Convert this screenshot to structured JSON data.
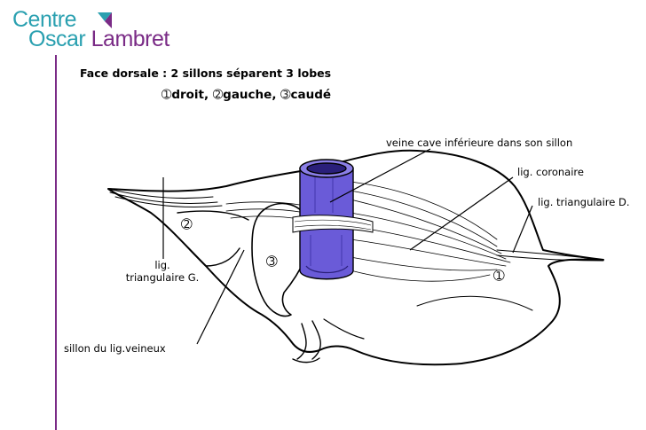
{
  "logo": {
    "line1": "Centre",
    "line2a": "Oscar",
    "line2b": "Lambret",
    "brand_teal": "#2aa0b0",
    "brand_purple": "#7a2b86"
  },
  "heading": {
    "title": "Face dorsale : 2 sillons séparent 3 lobes",
    "lobes_line": {
      "n1": "➀",
      "t1": "droit",
      "sep1": ", ",
      "n2": "➁",
      "t2": "gauche",
      "sep2": ", ",
      "n3": "➂",
      "t3": "caudé"
    }
  },
  "labels": {
    "vci": "veine cave inférieure dans son sillon",
    "coronary": "lig. coronaire",
    "tri_d": "lig. triangulaire D.",
    "tri_g_line1": "lig.",
    "tri_g_line2": "triangulaire G.",
    "venous": "sillon du lig.veineux"
  },
  "lobe_markers": {
    "right": "➀",
    "left": "➁",
    "caudate": "➂"
  },
  "colors": {
    "vena_cava": "#6a5bd8"
  }
}
